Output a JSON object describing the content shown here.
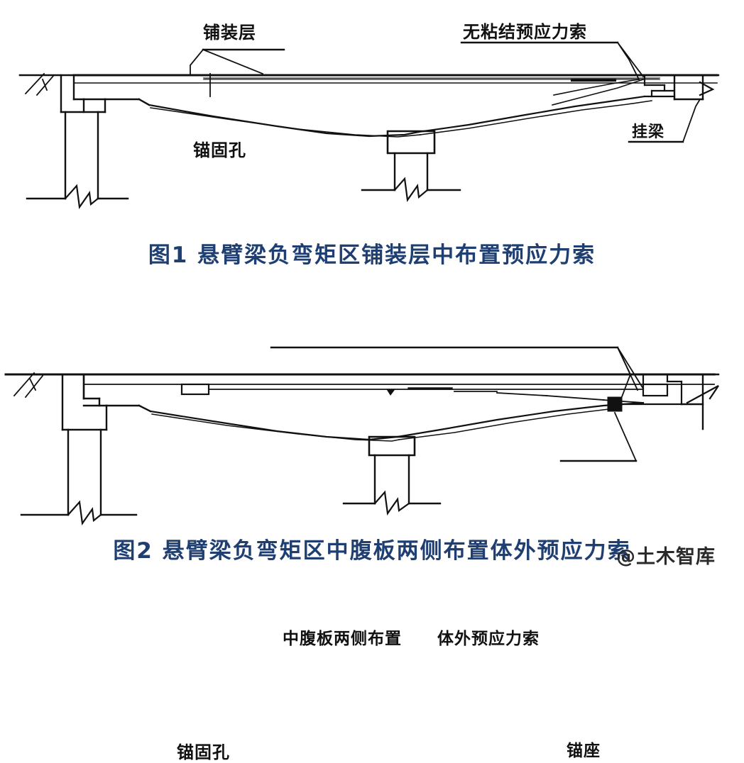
{
  "document": {
    "title": "桥梁悬臂梁负弯矩区预应力索布置示意图",
    "background_color": "#ffffff",
    "line_color": "#111111",
    "caption_color": "#1f3f72"
  },
  "figure1": {
    "caption": "图1 悬臂梁负弯矩区铺装层中布置预应力索",
    "labels": {
      "pavement_layer": "铺装层",
      "unbonded_tendon": "无粘结预应力索",
      "hung_beam": "挂梁",
      "anchor_hole": "锚固孔"
    }
  },
  "figure2": {
    "caption": "图2 悬臂梁负弯矩区中腹板两侧布置体外预应力索",
    "labels": {
      "mid_web_both_sides": "中腹板两侧布置",
      "external_tendon": "体外预应力索",
      "anchor_seat": "锚座",
      "anchor_hole": "锚固孔"
    }
  },
  "watermark": {
    "text": "@土木智库"
  }
}
